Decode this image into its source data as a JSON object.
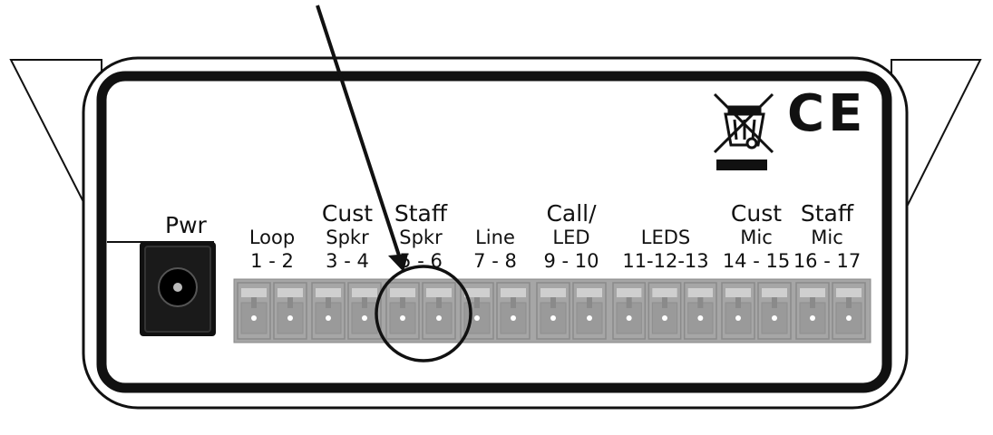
{
  "power": {
    "label": "Pwr"
  },
  "terminal_groups": [
    {
      "id": "loop",
      "name_lines": [
        "Loop"
      ],
      "pins": "1 - 2",
      "pin_count": 2
    },
    {
      "id": "cust-spkr",
      "name_lines": [
        "Cust",
        "Spkr"
      ],
      "pins": "3 - 4",
      "pin_count": 2
    },
    {
      "id": "staff-spkr",
      "name_lines": [
        "Staff",
        "Spkr"
      ],
      "pins": "5 - 6",
      "pin_count": 2,
      "highlighted": true
    },
    {
      "id": "line",
      "name_lines": [
        "Line"
      ],
      "pins": "7 - 8",
      "pin_count": 2
    },
    {
      "id": "call-led",
      "name_lines": [
        "Call/",
        "LED"
      ],
      "pins": "9 - 10",
      "pin_count": 2
    },
    {
      "id": "leds",
      "name_lines": [
        "LEDS"
      ],
      "pins": "11-12-13",
      "pin_count": 3
    },
    {
      "id": "cust-mic",
      "name_lines": [
        "Cust",
        "Mic"
      ],
      "pins": "14 - 15",
      "pin_count": 2
    },
    {
      "id": "staff-mic",
      "name_lines": [
        "Staff",
        "Mic"
      ],
      "pins": "16 - 17",
      "pin_count": 2
    }
  ],
  "marks": {
    "ce": "CE",
    "weee_icon": "crossed-out-wheelie-bin-icon"
  },
  "colors": {
    "terminal_block": "#a6a6a6",
    "terminal_dark": "#8a8a8a",
    "outline": "#111111"
  }
}
